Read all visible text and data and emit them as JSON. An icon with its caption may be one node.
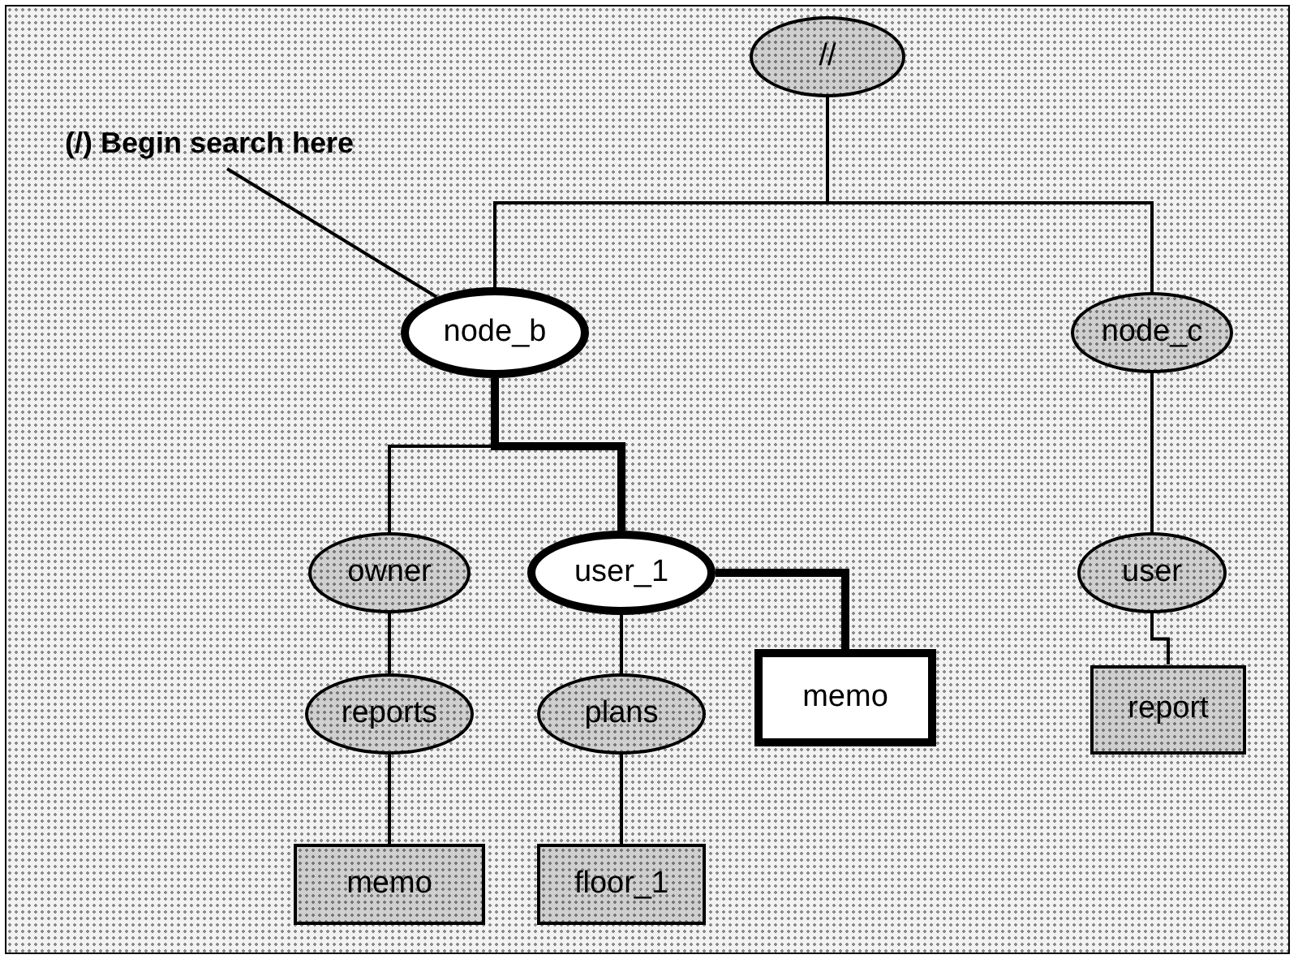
{
  "diagram": {
    "nodes": [
      {
        "text": [
          "//"
        ]
      },
      {
        "text": [
          "(/) Begin search here"
        ]
      },
      {
        "text": [
          "node_b"
        ]
      },
      {
        "text": [
          "node_c"
        ]
      },
      {
        "text": [
          "owner"
        ]
      },
      {
        "text": [
          "user_1"
        ]
      },
      {
        "text": [
          "memo"
        ]
      },
      {
        "text": [
          "user"
        ]
      },
      {
        "text": [
          "report"
        ]
      },
      {
        "text": [
          "reports"
        ]
      },
      {
        "text": [
          "plans"
        ]
      },
      {
        "text": [
          "memo"
        ]
      },
      {
        "text": [
          "floor_1"
        ]
      }
    ],
    "edges": [
      {
        "from": 1,
        "to": 2,
        "arrow": "none"
      },
      {
        "from": 0,
        "to": 2,
        "arrow": "none"
      },
      {
        "from": 0,
        "to": 3,
        "arrow": "none"
      },
      {
        "from": 2,
        "to": 4,
        "arrow": "none"
      },
      {
        "from": 2,
        "to": 5,
        "arrow": "none",
        "style": "thick"
      },
      {
        "from": 5,
        "to": 6,
        "arrow": "none",
        "style": "thick"
      },
      {
        "from": 3,
        "to": 7,
        "arrow": "none"
      },
      {
        "from": 4,
        "to": 9,
        "arrow": "none"
      },
      {
        "from": 5,
        "to": 10,
        "arrow": "none"
      },
      {
        "from": 7,
        "to": 8,
        "arrow": "none"
      },
      {
        "from": 9,
        "to": 11,
        "arrow": "none"
      },
      {
        "from": 10,
        "to": 12,
        "arrow": "none"
      }
    ]
  }
}
